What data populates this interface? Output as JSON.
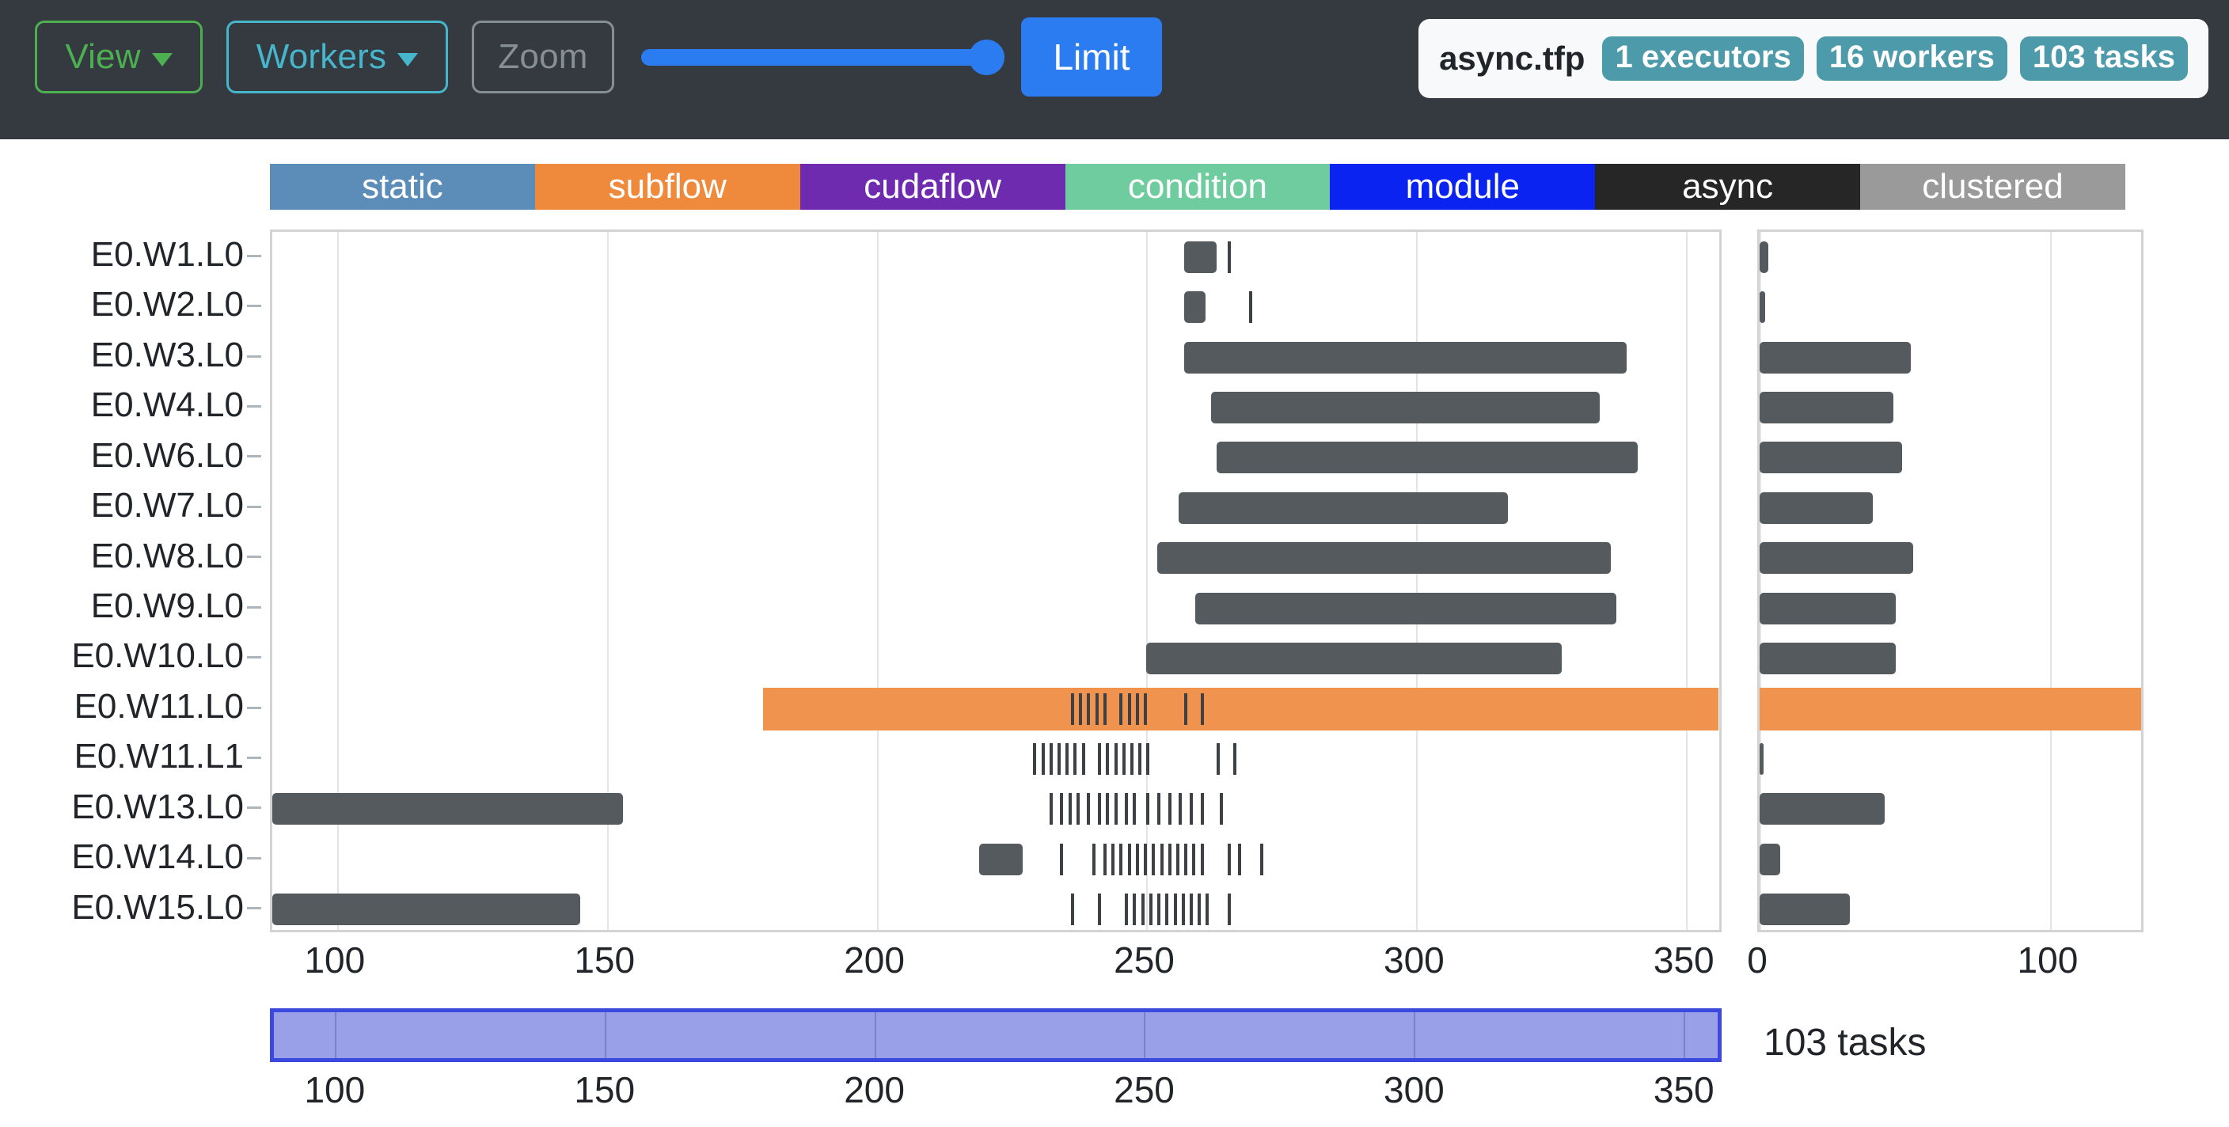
{
  "toolbar": {
    "view_label": "View",
    "workers_label": "Workers",
    "zoom_label": "Zoom",
    "limit_label": "Limit",
    "slider_value": 92,
    "file_name": "async.tfp",
    "pills": [
      "1 executors",
      "16 workers",
      "103 tasks"
    ],
    "colors": {
      "background": "#343a40",
      "view_accent": "#4caf50",
      "workers_accent": "#45b6cc",
      "zoom_accent": "#868e96",
      "limit_accent": "#2b7cf0",
      "pill": "#4c9aaa"
    }
  },
  "legend": {
    "items": [
      {
        "label": "static",
        "color": "#5b8db8"
      },
      {
        "label": "subflow",
        "color": "#ef8a3c"
      },
      {
        "label": "cudaflow",
        "color": "#6f2bb0"
      },
      {
        "label": "condition",
        "color": "#6fcc9f"
      },
      {
        "label": "module",
        "color": "#0a23f0"
      },
      {
        "label": "async",
        "color": "#262626"
      },
      {
        "label": "clustered",
        "color": "#9a9a9a"
      }
    ]
  },
  "chart_data": {
    "type": "bar",
    "title": "",
    "xlabel": "",
    "ylabel": "",
    "grid": true,
    "legend_position": "top",
    "main": {
      "xlim": [
        88,
        357
      ],
      "xticks": [
        100,
        150,
        200,
        250,
        300,
        350
      ],
      "categories": [
        "E0.W1.L0",
        "E0.W2.L0",
        "E0.W3.L0",
        "E0.W4.L0",
        "E0.W6.L0",
        "E0.W7.L0",
        "E0.W8.L0",
        "E0.W9.L0",
        "E0.W10.L0",
        "E0.W11.L0",
        "E0.W11.L1",
        "E0.W13.L0",
        "E0.W14.L0",
        "E0.W15.L0"
      ],
      "spans": [
        {
          "row": 0,
          "start": 257,
          "end": 263,
          "color": "#555a5e"
        },
        {
          "row": 1,
          "start": 257,
          "end": 261,
          "color": "#555a5e"
        },
        {
          "row": 2,
          "start": 257,
          "end": 339,
          "color": "#555a5e"
        },
        {
          "row": 3,
          "start": 262,
          "end": 334,
          "color": "#555a5e"
        },
        {
          "row": 4,
          "start": 263,
          "end": 341,
          "color": "#555a5e"
        },
        {
          "row": 5,
          "start": 256,
          "end": 317,
          "color": "#555a5e"
        },
        {
          "row": 6,
          "start": 252,
          "end": 336,
          "color": "#555a5e"
        },
        {
          "row": 7,
          "start": 259,
          "end": 337,
          "color": "#555a5e"
        },
        {
          "row": 8,
          "start": 250,
          "end": 327,
          "color": "#555a5e"
        },
        {
          "row": 9,
          "start": 179,
          "end": 356,
          "color": "#f0934e"
        },
        {
          "row": 11,
          "start": 88,
          "end": 153,
          "color": "#555a5e"
        },
        {
          "row": 12,
          "start": 219,
          "end": 227,
          "color": "#555a5e"
        },
        {
          "row": 13,
          "start": 88,
          "end": 145,
          "color": "#555a5e"
        }
      ],
      "ticks": [
        {
          "row": 0,
          "values": [
            265
          ]
        },
        {
          "row": 1,
          "values": [
            269
          ]
        },
        {
          "row": 9,
          "values": [
            236,
            237.5,
            239,
            240.5,
            242,
            245,
            246.5,
            248,
            249.5,
            257,
            260
          ]
        },
        {
          "row": 10,
          "values": [
            229,
            230.5,
            232,
            233.5,
            235,
            236.5,
            238,
            241,
            242.5,
            244,
            245.5,
            247,
            248.5,
            250,
            263,
            266
          ]
        },
        {
          "row": 11,
          "values": [
            232,
            234,
            235.5,
            237,
            239,
            241,
            242.5,
            244,
            246,
            247.5,
            250,
            252,
            254,
            256,
            258,
            260,
            263.5
          ]
        },
        {
          "row": 12,
          "values": [
            234,
            240,
            242,
            243.5,
            245,
            246.5,
            248,
            249.5,
            251,
            252.5,
            254,
            255.5,
            257,
            258.5,
            260,
            265,
            267,
            271
          ]
        },
        {
          "row": 13,
          "values": [
            236,
            241,
            246,
            247.5,
            249,
            250.5,
            252,
            253.5,
            255,
            256.5,
            258,
            259.5,
            261,
            265
          ]
        }
      ]
    },
    "side": {
      "xlim": [
        0,
        133
      ],
      "xticks": [
        0,
        100
      ],
      "values": [
        3,
        2,
        52,
        46,
        49,
        39,
        53,
        47,
        47,
        133,
        1,
        43,
        7,
        31
      ],
      "colors": [
        "#555a5e",
        "#555a5e",
        "#555a5e",
        "#555a5e",
        "#555a5e",
        "#555a5e",
        "#555a5e",
        "#555a5e",
        "#555a5e",
        "#f0934e",
        "#555a5e",
        "#555a5e",
        "#555a5e",
        "#555a5e"
      ]
    },
    "brush": {
      "xlim": [
        88,
        357
      ],
      "xticks": [
        100,
        150,
        200,
        250,
        300,
        350
      ],
      "selection": [
        88,
        357
      ],
      "label": "103 tasks",
      "fill_color": "#9aa0e8",
      "stroke_color": "#3b49df"
    }
  }
}
